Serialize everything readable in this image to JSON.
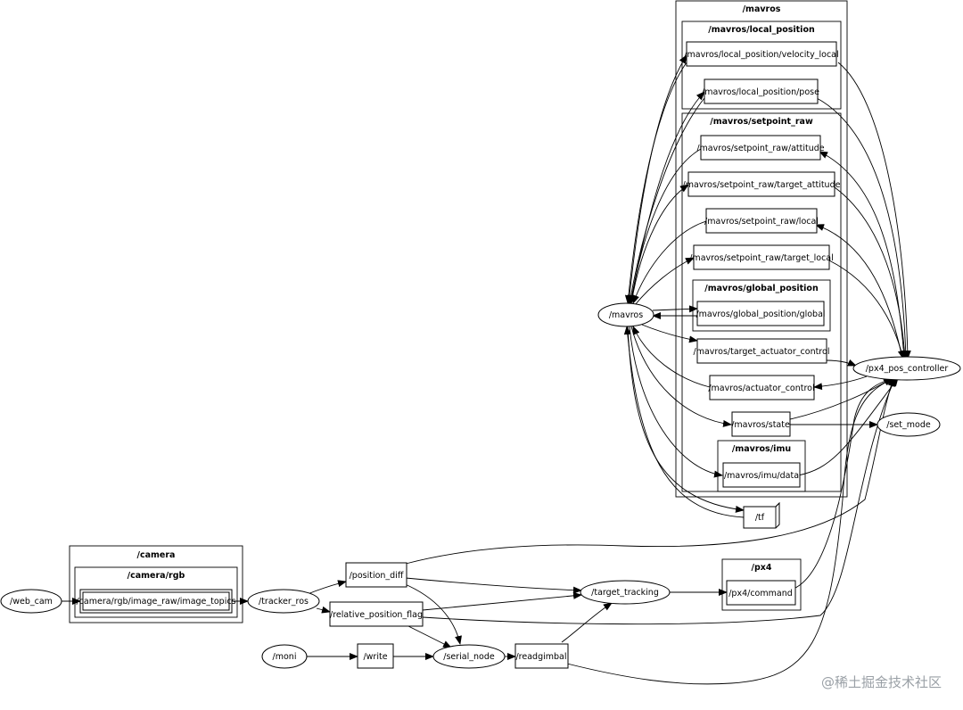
{
  "clusters": {
    "mavros": "/mavros",
    "local_position": "/mavros/local_position",
    "setpoint_raw": "/mavros/setpoint_raw",
    "global_position": "/mavros/global_position",
    "imu": "/mavros/imu",
    "camera": "/camera",
    "camera_rgb": "/camera/rgb",
    "px4": "/px4"
  },
  "nodes": {
    "mavros": "/mavros",
    "px4_pos_controller": "/px4_pos_controller",
    "set_mode": "/set_mode",
    "web_cam": "/web_cam",
    "tracker_ros": "/tracker_ros",
    "target_tracking": "/target_tracking",
    "moni": "/moni",
    "serial_node": "/serial_node"
  },
  "topics": {
    "velocity_local": "/mavros/local_position/velocity_local",
    "pose": "/mavros/local_position/pose",
    "sp_attitude": "/mavros/setpoint_raw/attitude",
    "sp_target_attitude": "/mavros/setpoint_raw/target_attitude",
    "sp_local": "/mavros/setpoint_raw/local",
    "sp_target_local": "/mavros/setpoint_raw/target_local",
    "global": "/mavros/global_position/global",
    "target_actuator_control": "/mavros/target_actuator_control",
    "actuator_control": "/mavros/actuator_control",
    "state": "/mavros/state",
    "imu_data": "/mavros/imu/data",
    "tf": "/tf",
    "image_topics": "/camera/rgb/image_raw/image_topics",
    "position_diff": "/position_diff",
    "relative_position_flag": "/relative_position_flag",
    "px4_command": "/px4/command",
    "write": "/write",
    "readgimbal": "/readgimbal"
  },
  "watermark": "@稀土掘金技术社区"
}
